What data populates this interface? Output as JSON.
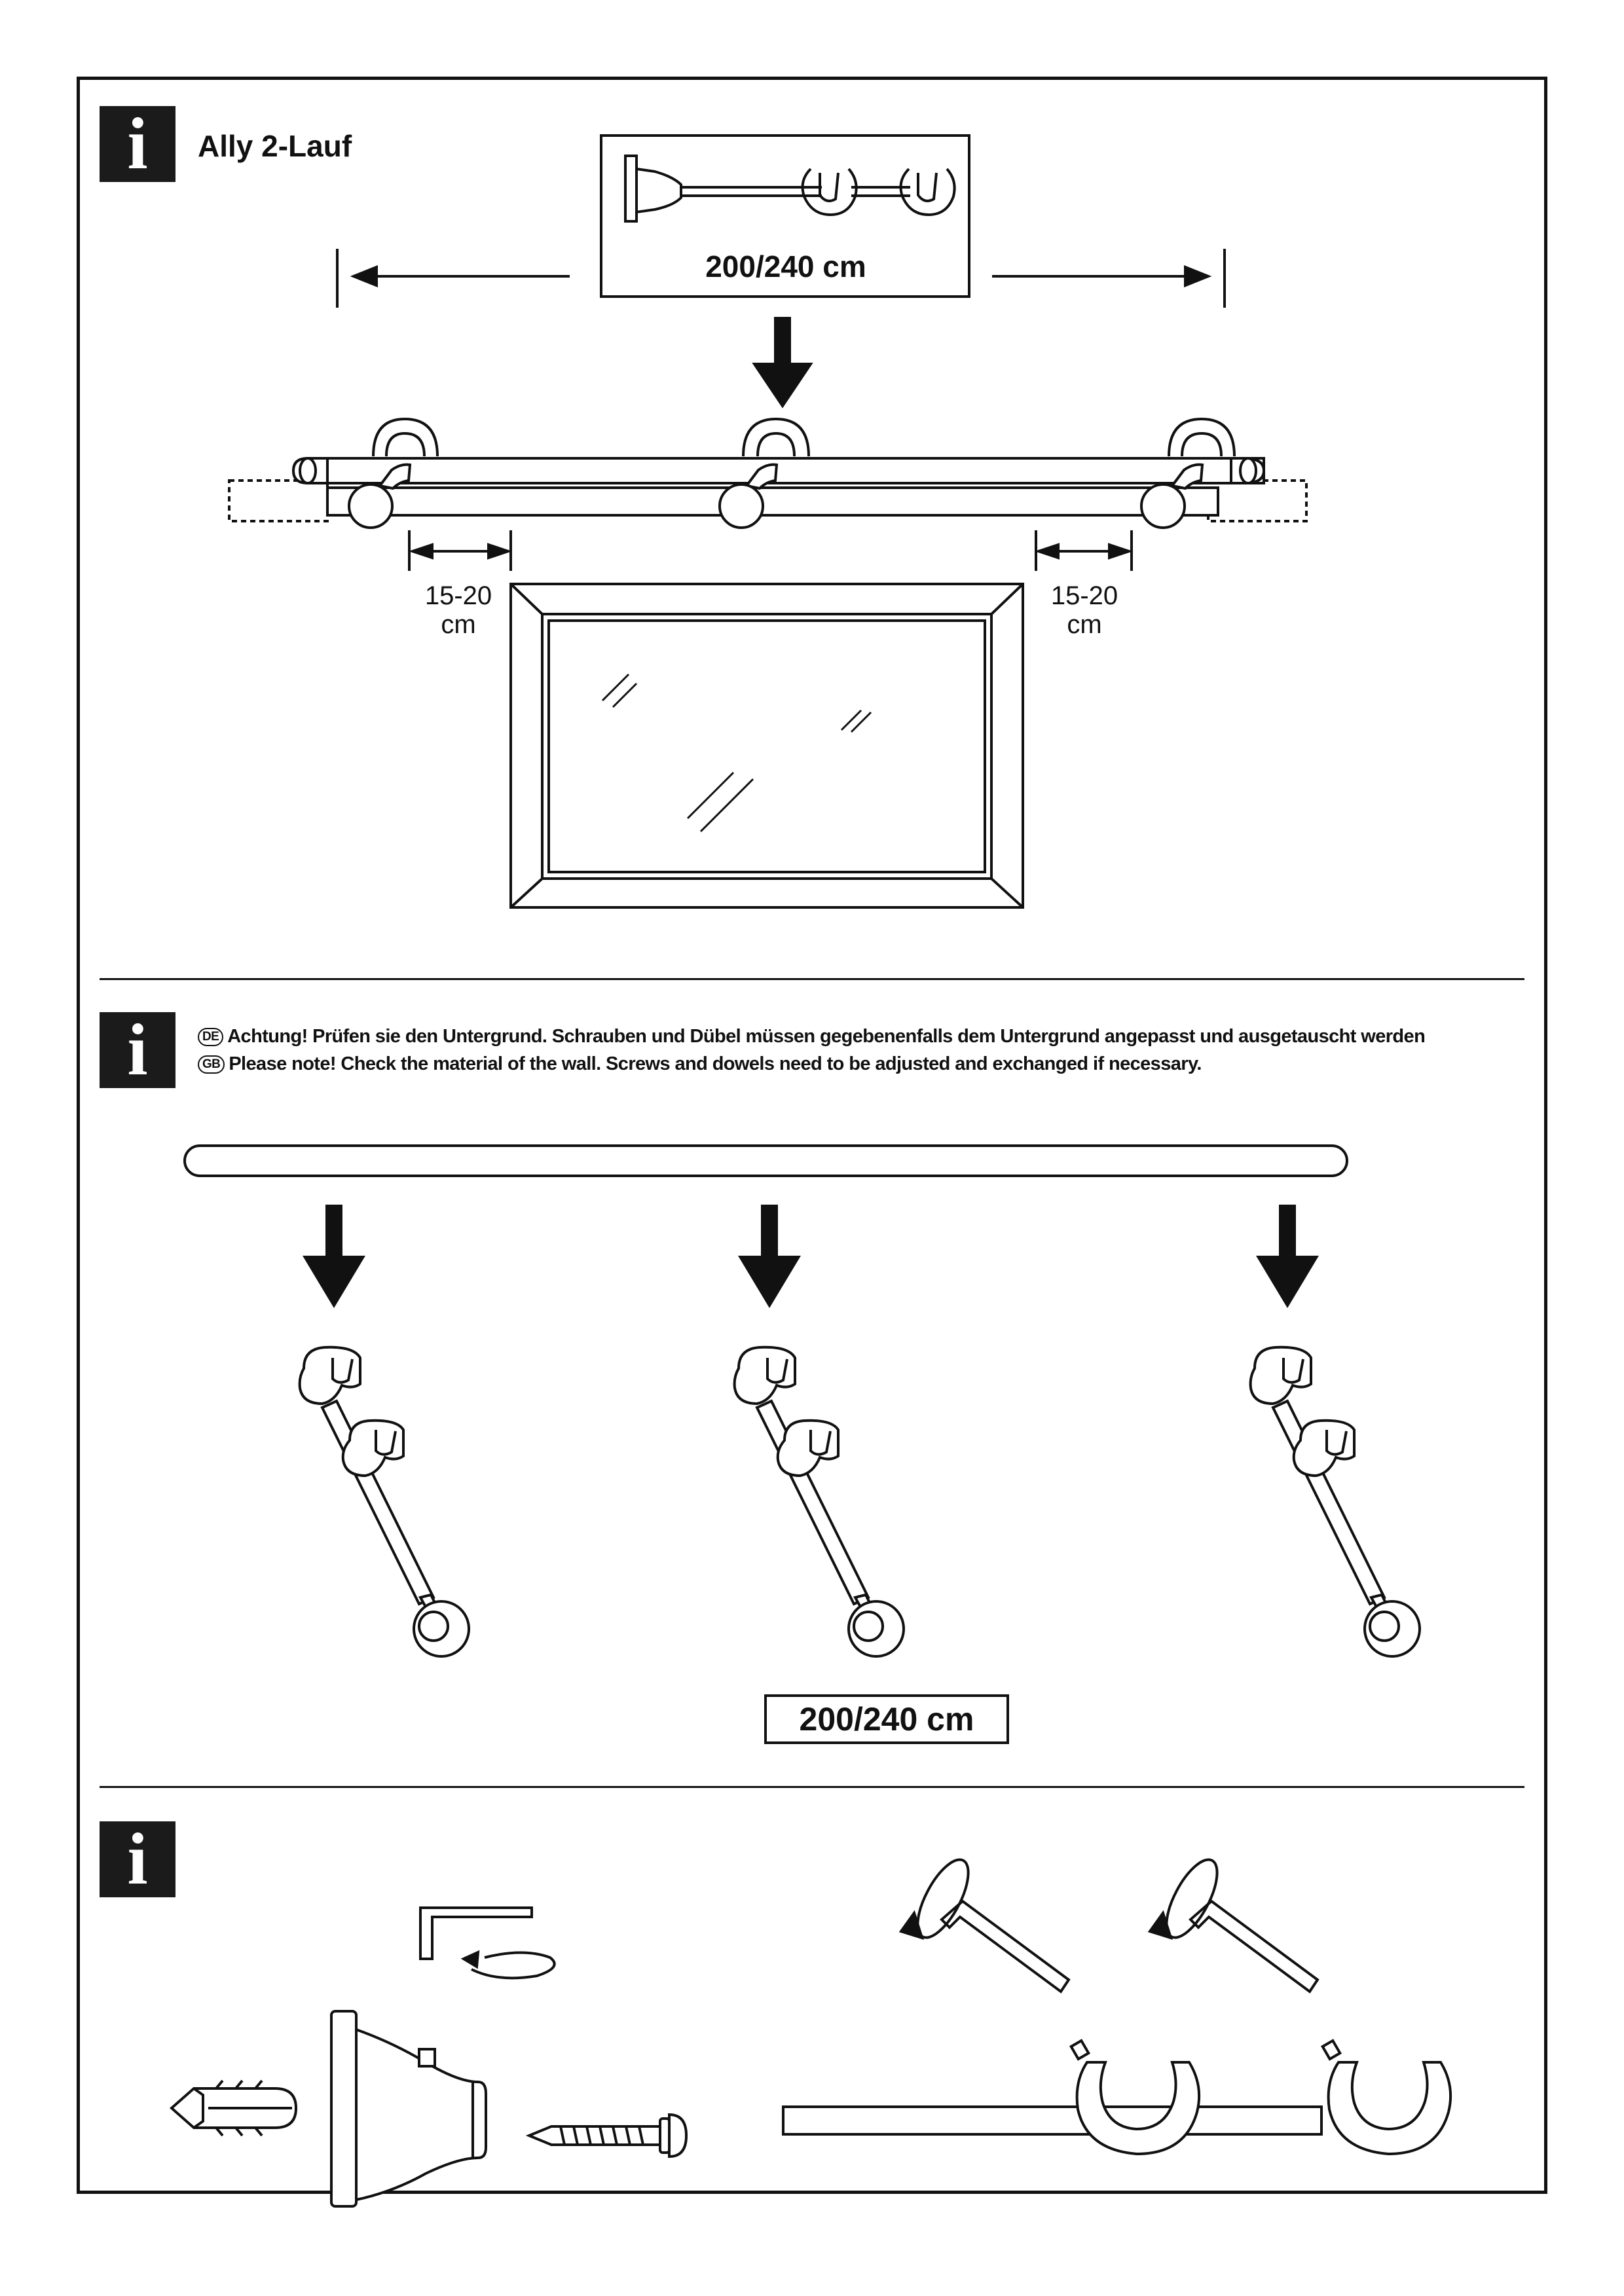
{
  "info_badge_glyph": "i",
  "section_1": {
    "title": "Ally 2-Lauf",
    "width_label": "200/240 cm",
    "side_gap_left": [
      "15-20",
      "cm"
    ],
    "side_gap_right": [
      "15-20",
      "cm"
    ]
  },
  "section_2": {
    "notice_de_lang": "DE",
    "notice_de": "Achtung! Prüfen sie den Untergrund. Schrauben und Dübel müssen gegebenenfalls dem Untergrund angepasst und ausgetauscht werden",
    "notice_gb_lang": "GB",
    "notice_gb": "Please note!  Check the material of the wall. Screws and dowels need to be adjusted and exchanged if necessary.",
    "width_label": "200/240 cm",
    "bracket_count": 3
  },
  "section_3": {
    "parts": [
      "dowel-icon",
      "wall-plate-icon",
      "allen-key-icon",
      "screw-icon",
      "rod-with-rings-icon"
    ]
  }
}
